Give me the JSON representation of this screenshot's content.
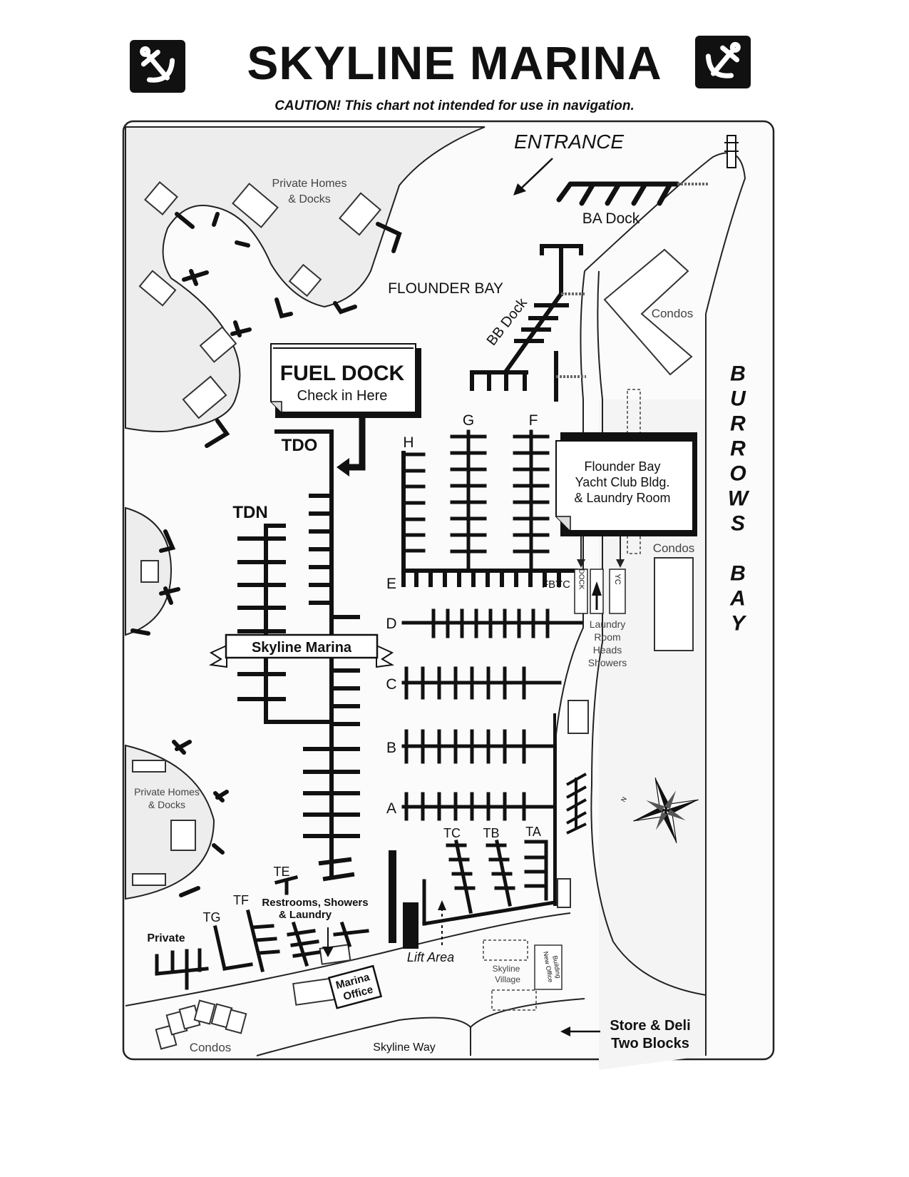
{
  "header": {
    "title": "SKYLINE MARINA",
    "caution": "CAUTION! This chart not intended for use in navigation."
  },
  "icons": {
    "left": "anchor-icon",
    "right": "anchor-icon"
  },
  "labels": {
    "entrance": "ENTRANCE",
    "private_homes_top_1": "Private Homes",
    "private_homes_top_2": "& Docks",
    "flounder_bay": "FLOUNDER BAY",
    "ba_dock": "BA Dock",
    "bb_dock": "BB Dock",
    "condos_ne": "Condos",
    "fuel_dock_title": "FUEL DOCK",
    "fuel_dock_sub": "Check in Here",
    "tdo": "TDO",
    "tdn": "TDN",
    "dock_h": "H",
    "dock_g": "G",
    "dock_f": "F",
    "dock_e": "E",
    "dock_d": "D",
    "dock_c": "C",
    "dock_b": "B",
    "dock_a": "A",
    "fbyc": "FBYC",
    "yc_bldg_1": "Flounder Bay",
    "yc_bldg_2": "Yacht Club Bldg.",
    "yc_bldg_3": "& Laundry Room",
    "condos_e": "Condos",
    "dock_box": "DOCK",
    "yc_box": "YC",
    "laundry_1": "Laundry",
    "laundry_2": "Room",
    "laundry_3": "Heads",
    "laundry_4": "Showers",
    "burrows_bay": "BURROWS BAY",
    "banner": "Skyline Marina",
    "private_homes_w_1": "Private Homes",
    "private_homes_w_2": "& Docks",
    "tc": "TC",
    "tb": "TB",
    "ta": "TA",
    "te": "TE",
    "tf": "TF",
    "tg": "TG",
    "private": "Private",
    "restrooms_1": "Restrooms, Showers",
    "restrooms_2": "& Laundry",
    "lift_area": "Lift Area",
    "marina_office_1": "Marina",
    "marina_office_2": "Office",
    "skyline_village_1": "Skyline",
    "skyline_village_2": "Village",
    "new_office_1": "New Office",
    "new_office_2": "Building",
    "store_deli_1": "Store & Deli",
    "store_deli_2": "Two Blocks",
    "condos_sw": "Condos",
    "skyline_way": "Skyline Way",
    "compass_n": "N"
  }
}
